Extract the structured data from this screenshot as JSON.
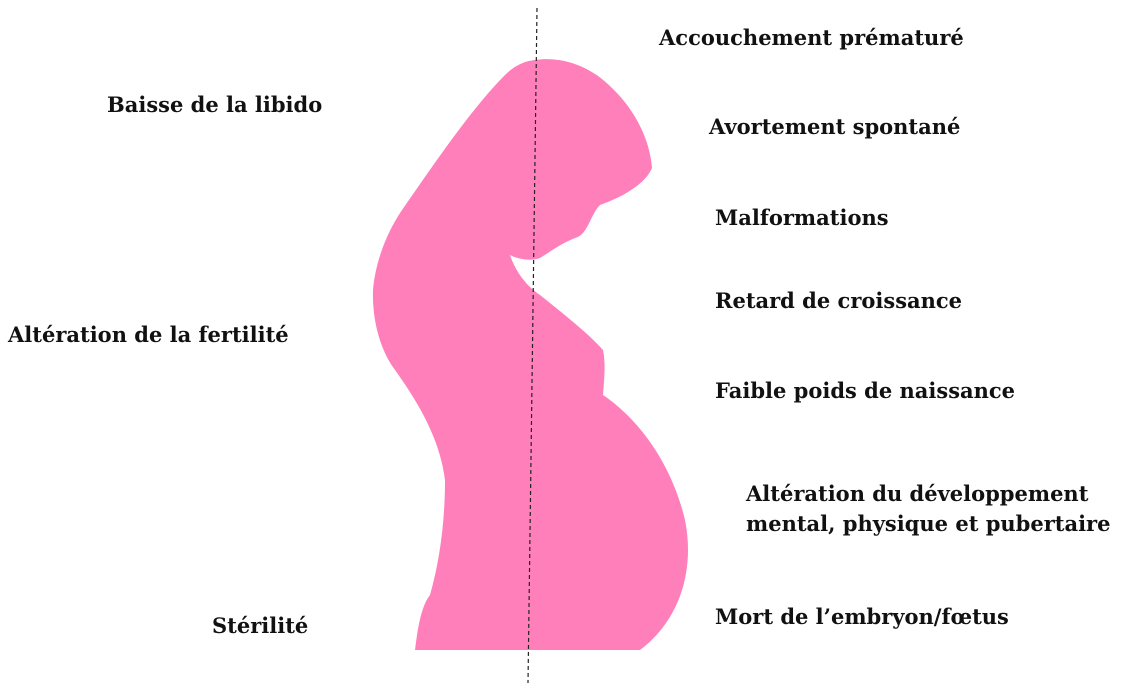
{
  "colors": {
    "silhouette": "#ff7fba",
    "divider": "#222222",
    "text": "#111111"
  },
  "left_effects": {
    "libido": "Baisse de la libido",
    "fertility": "Altération de la fertilité",
    "sterility": "Stérilité"
  },
  "right_effects": {
    "premature": "Accouchement prématuré",
    "miscarriage": "Avortement spontané",
    "malformations": "Malformations",
    "growth": "Retard de croissance",
    "birthweight": "Faible poids de naissance",
    "development": "Altération du développement\nmental, physique et pubertaire",
    "death": "Mort de l’embryon/fœtus"
  }
}
